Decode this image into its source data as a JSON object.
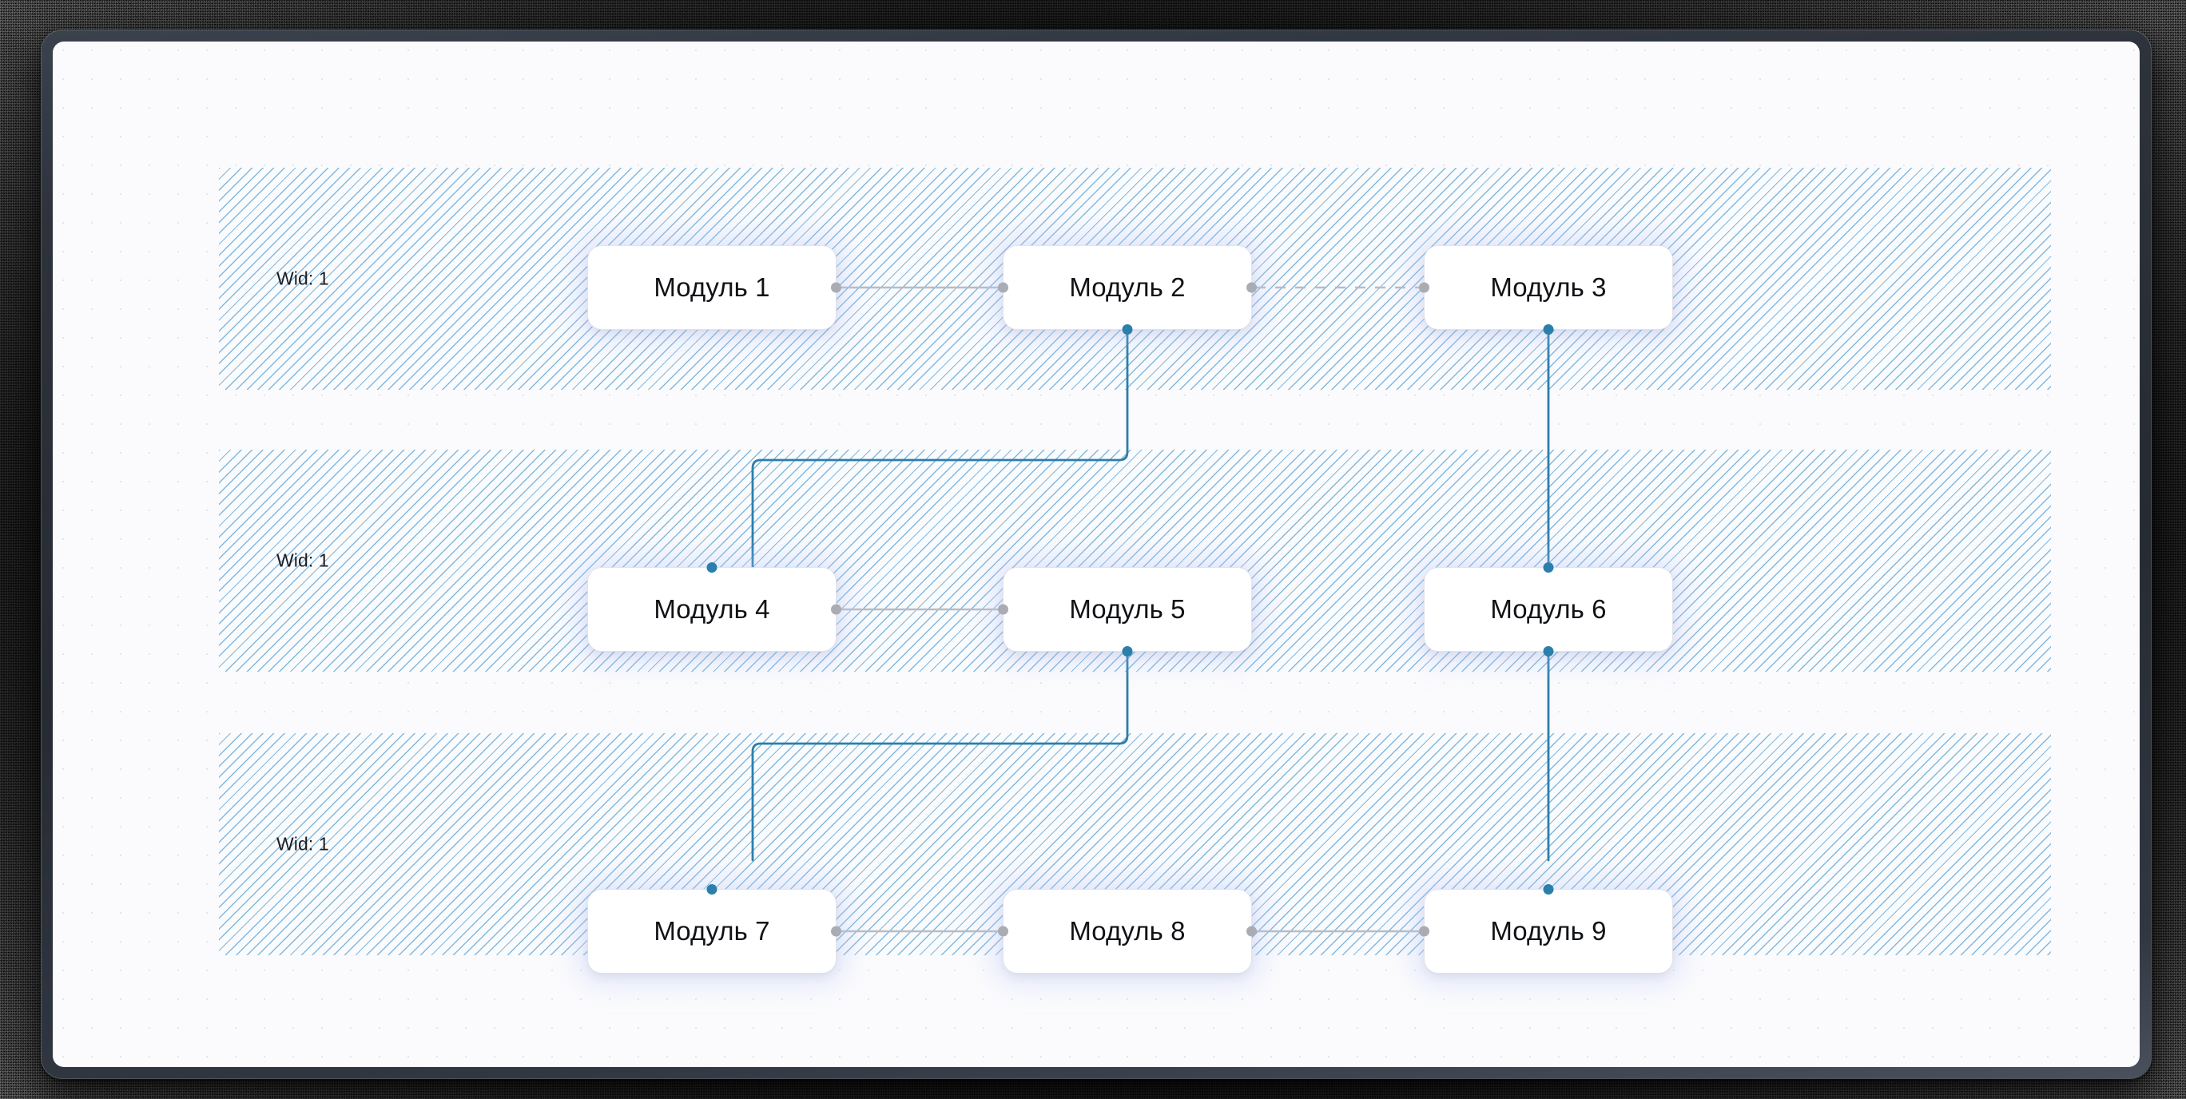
{
  "canvas": {
    "background_color": "#fbfbfd",
    "grid_dot_color": "#e4e5ea",
    "bezel_color": "#2d323b"
  },
  "lanes": [
    {
      "id": "lane-1",
      "label": "Wid: 1",
      "hatch_color": "#7db4dc"
    },
    {
      "id": "lane-2",
      "label": "Wid: 1",
      "hatch_color": "#7db4dc"
    },
    {
      "id": "lane-3",
      "label": "Wid: 1",
      "hatch_color": "#7db4dc"
    }
  ],
  "nodes": [
    {
      "id": "module-1",
      "label": "Модуль 1",
      "row": 1,
      "col": 1
    },
    {
      "id": "module-2",
      "label": "Модуль 2",
      "row": 1,
      "col": 2
    },
    {
      "id": "module-3",
      "label": "Модуль 3",
      "row": 1,
      "col": 3
    },
    {
      "id": "module-4",
      "label": "Модуль 4",
      "row": 2,
      "col": 1
    },
    {
      "id": "module-5",
      "label": "Модуль 5",
      "row": 2,
      "col": 2
    },
    {
      "id": "module-6",
      "label": "Модуль 6",
      "row": 2,
      "col": 3
    },
    {
      "id": "module-7",
      "label": "Модуль 7",
      "row": 3,
      "col": 1
    },
    {
      "id": "module-8",
      "label": "Модуль 8",
      "row": 3,
      "col": 2
    },
    {
      "id": "module-9",
      "label": "Модуль 9",
      "row": 3,
      "col": 3
    }
  ],
  "edges": [
    {
      "id": "e1-2",
      "from": "module-1",
      "to": "module-2",
      "style": "solid",
      "color": "#b9bcc2",
      "orientation": "horizontal"
    },
    {
      "id": "e2-3",
      "from": "module-2",
      "to": "module-3",
      "style": "dashed",
      "color": "#b9bcc2",
      "orientation": "horizontal"
    },
    {
      "id": "e2-4",
      "from": "module-2",
      "to": "module-4",
      "style": "solid",
      "color": "#2b7fab",
      "orientation": "step"
    },
    {
      "id": "e3-6",
      "from": "module-3",
      "to": "module-6",
      "style": "solid",
      "color": "#2b7fab",
      "orientation": "vertical"
    },
    {
      "id": "e4-5",
      "from": "module-4",
      "to": "module-5",
      "style": "solid",
      "color": "#b9bcc2",
      "orientation": "horizontal"
    },
    {
      "id": "e5-7",
      "from": "module-5",
      "to": "module-7",
      "style": "solid",
      "color": "#2b7fab",
      "orientation": "step"
    },
    {
      "id": "e6-9",
      "from": "module-6",
      "to": "module-9",
      "style": "solid",
      "color": "#2b7fab",
      "orientation": "vertical"
    },
    {
      "id": "e7-8",
      "from": "module-7",
      "to": "module-8",
      "style": "solid",
      "color": "#b9bcc2",
      "orientation": "horizontal"
    },
    {
      "id": "e8-9",
      "from": "module-8",
      "to": "module-9",
      "style": "solid",
      "color": "#b9bcc2",
      "orientation": "horizontal"
    }
  ],
  "handles": {
    "source_color": "#2b7fab",
    "target_color": "#a9acb3"
  }
}
